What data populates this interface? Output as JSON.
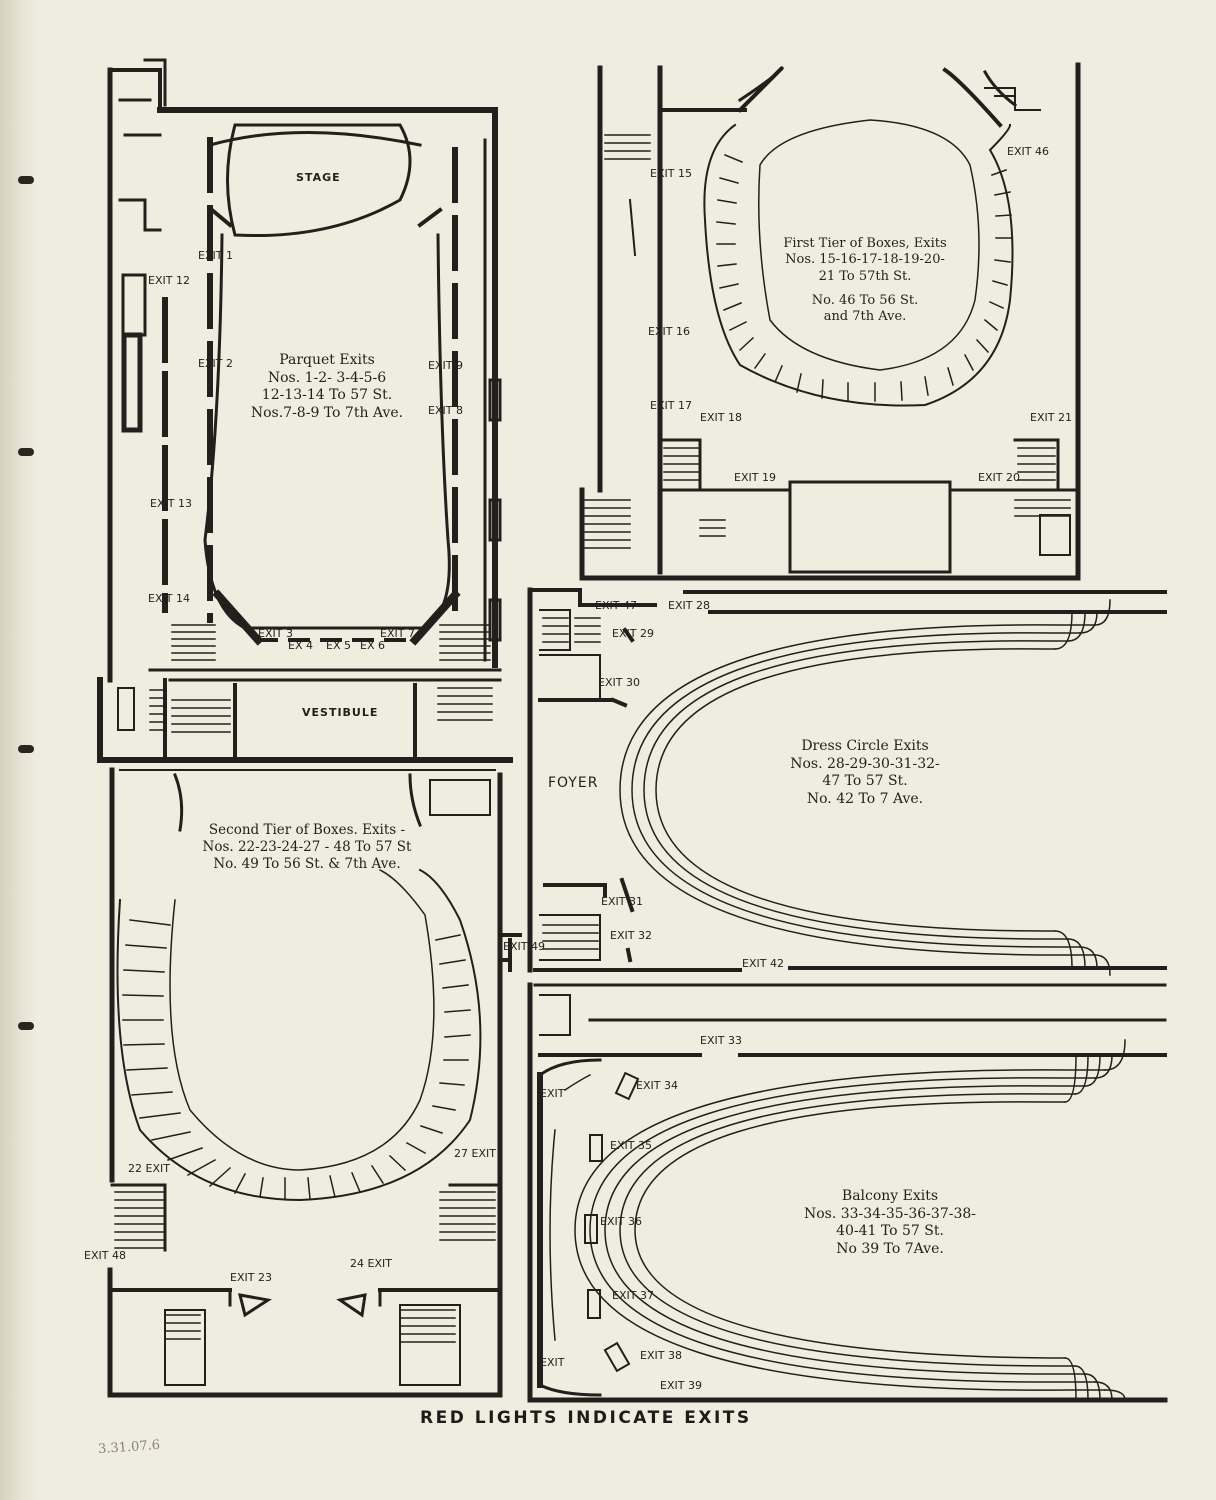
{
  "parquet": {
    "stage": "STAGE",
    "vestibule": "VESTIBULE",
    "title": "Parquet Exits",
    "line1": "Nos. 1-2- 3-4-5-6",
    "line2": "12-13-14 To 57 St.",
    "line3": "Nos.7-8-9 To 7th Ave.",
    "exit_labels": [
      "EXIT 1",
      "EXIT 2",
      "EXIT 3",
      "EX 4",
      "EX 5",
      "EX 6",
      "EXIT 7",
      "EXIT 8",
      "EXIT 9",
      "EXIT 12",
      "EXIT 13",
      "EXIT 14"
    ]
  },
  "first_tier": {
    "line1": "First Tier of Boxes, Exits",
    "line2": "Nos. 15-16-17-18-19-20-",
    "line3": "21 To 57th St.",
    "line4": "No. 46 To 56 St.",
    "line5": "and 7th Ave.",
    "exit_labels": [
      "EXIT 15",
      "EXIT 16",
      "EXIT 17",
      "EXIT 18",
      "EXIT 19",
      "EXIT 20",
      "EXIT 21",
      "EXIT 46"
    ]
  },
  "second_tier": {
    "line1": "Second Tier of Boxes. Exits -",
    "line2": "Nos. 22-23-24-27 - 48 To 57 St",
    "line3": "No. 49 To 56 St. & 7th Ave.",
    "exit_labels": [
      "22 EXIT",
      "EXIT 23",
      "24 EXIT",
      "27 EXIT",
      "EXIT 48",
      "EXIT 49"
    ]
  },
  "dress_circle": {
    "foyer": "FOYER",
    "line1": "Dress Circle Exits",
    "line2": "Nos. 28-29-30-31-32-",
    "line3": "47 To 57 St.",
    "line4": "No. 42 To 7 Ave.",
    "exit_labels": [
      "EXIT 47",
      "EXIT 28",
      "EXIT 29",
      "EXIT 30",
      "EXIT 31",
      "EXIT 32",
      "EXIT 42"
    ]
  },
  "balcony": {
    "line1": "Balcony Exits",
    "line2": "Nos. 33-34-35-36-37-38-",
    "line3": "40-41 To 57 St.",
    "line4": "No 39 To 7Ave.",
    "exit_labels": [
      "EXIT 33",
      "EXIT 34",
      "EXIT 35",
      "EXIT 36",
      "EXIT 37",
      "EXIT 38",
      "EXIT 39",
      "EXIT",
      "EXIT"
    ]
  },
  "footer": "RED LIGHTS INDICATE EXITS",
  "annotation": "3.31.07.6",
  "colors": {
    "ink": "#231f1c",
    "paper": "#efeddf"
  }
}
